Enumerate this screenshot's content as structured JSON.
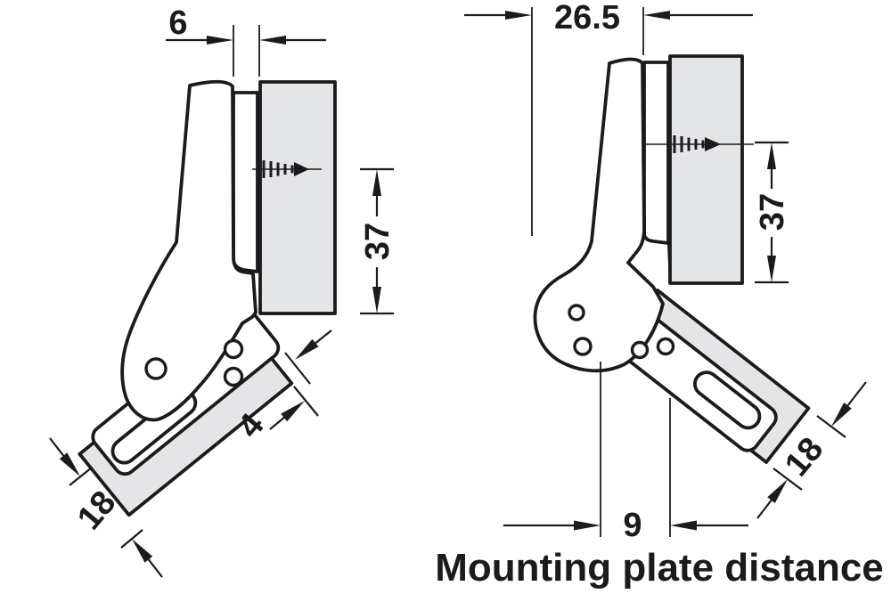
{
  "figure": {
    "caption": "Mounting plate distance",
    "colors": {
      "ink": "#1b1b1d",
      "panel_fill": "#e4e5e6"
    },
    "left_view": {
      "dim_top_reveal": "6",
      "dim_drilling_distance": "37",
      "dim_plate_edge_gap": "4",
      "dim_door_thickness": "18"
    },
    "right_view": {
      "dim_top_overlay": "26.5",
      "dim_drilling_distance": "37",
      "dim_door_thickness": "18",
      "dim_mounting_plate_distance": "9"
    }
  }
}
